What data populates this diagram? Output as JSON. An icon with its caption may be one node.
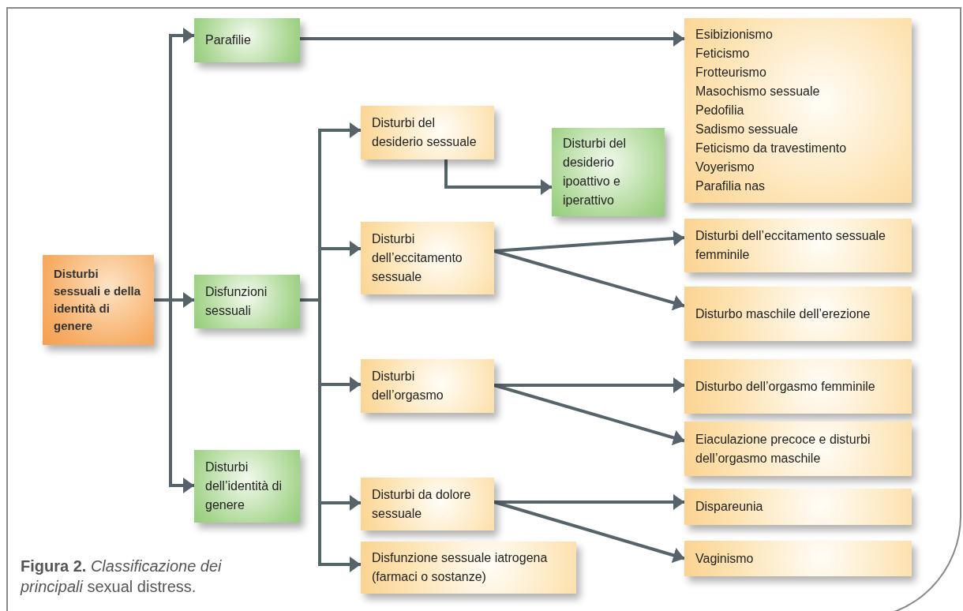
{
  "diagram": {
    "caption": "**Figura 2.** *Classificazione dei principali* sexual distress.",
    "nodes": [
      {
        "text": [
          "Disturbi sessuali e della identità di genere"
        ]
      },
      {
        "text": [
          "Parafilie"
        ]
      },
      {
        "text": [
          "Disfunzioni sessuali"
        ]
      },
      {
        "text": [
          "Disturbi dell’identità di genere"
        ]
      },
      {
        "text": [
          "Disturbi del desiderio sessuale"
        ]
      },
      {
        "text": [
          "Disturbi del desiderio ipoattivo e iperattivo"
        ]
      },
      {
        "text": [
          "Disturbi dell’eccitamento sessuale"
        ]
      },
      {
        "text": [
          "Disturbi dell’orgasmo"
        ]
      },
      {
        "text": [
          "Disturbi da dolore sessuale"
        ]
      },
      {
        "text": [
          "Disfunzione sessuale iatrogena (farmaci o sostanze)"
        ]
      },
      {
        "text": [
          "Esibizionismo",
          "Feticismo",
          "Frotteurismo",
          "Masochismo sessuale",
          "Pedofilia",
          "Sadismo sessuale",
          "Feticismo da travestimento",
          "Voyerismo",
          "Parafilia nas"
        ]
      },
      {
        "text": [
          "Disturbi dell’eccitamento sessuale femminile"
        ]
      },
      {
        "text": [
          "Disturbo maschile dell’erezione"
        ]
      },
      {
        "text": [
          "Disturbo dell’orgasmo femminile"
        ]
      },
      {
        "text": [
          "Eiaculazione precoce e disturbi dell’orgasmo maschile"
        ]
      },
      {
        "text": [
          "Dispareunia"
        ]
      },
      {
        "text": [
          "Vaginismo"
        ]
      }
    ],
    "edges": [
      {
        "from": 0,
        "to": 1,
        "arrow": "to"
      },
      {
        "from": 0,
        "to": 2,
        "arrow": "to"
      },
      {
        "from": 0,
        "to": 3,
        "arrow": "to"
      },
      {
        "from": 1,
        "to": 10,
        "arrow": "to"
      },
      {
        "from": 2,
        "to": 4,
        "arrow": "to"
      },
      {
        "from": 2,
        "to": 6,
        "arrow": "to"
      },
      {
        "from": 2,
        "to": 7,
        "arrow": "to"
      },
      {
        "from": 2,
        "to": 8,
        "arrow": "to"
      },
      {
        "from": 2,
        "to": 9,
        "arrow": "to"
      },
      {
        "from": 4,
        "to": 5,
        "arrow": "to"
      },
      {
        "from": 6,
        "to": 11,
        "arrow": "to"
      },
      {
        "from": 6,
        "to": 12,
        "arrow": "to"
      },
      {
        "from": 7,
        "to": 13,
        "arrow": "to"
      },
      {
        "from": 7,
        "to": 14,
        "arrow": "to"
      },
      {
        "from": 8,
        "to": 15,
        "arrow": "to"
      },
      {
        "from": 8,
        "to": 16,
        "arrow": "to"
      }
    ]
  }
}
